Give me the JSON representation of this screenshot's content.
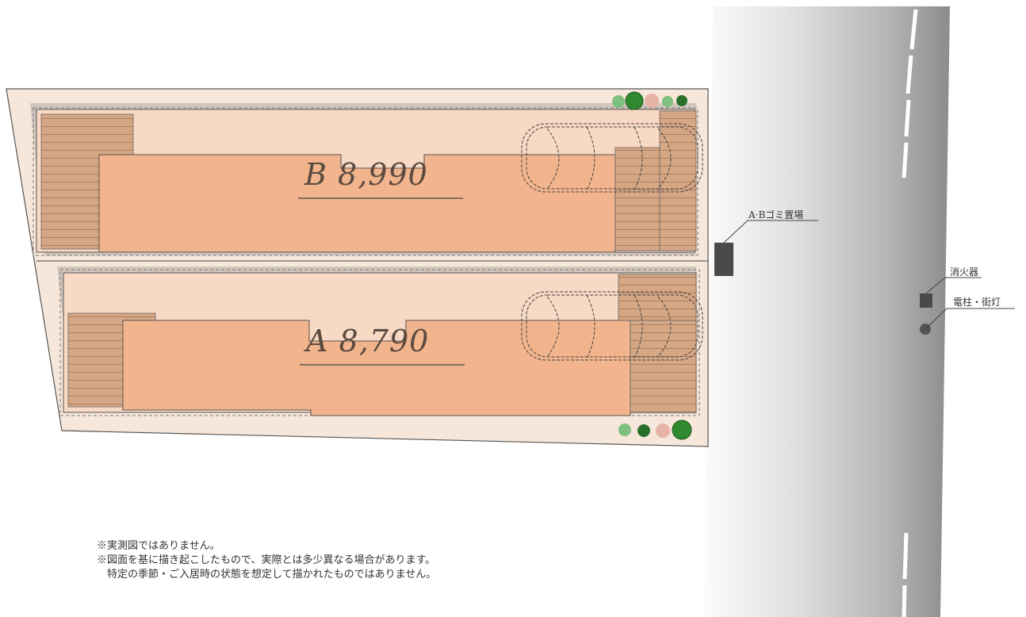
{
  "lots": [
    {
      "id": "B",
      "label": "B",
      "price": "8,990"
    },
    {
      "id": "A",
      "label": "A",
      "price": "8,790"
    }
  ],
  "annotations": {
    "garbage": "A·Bゴミ置場",
    "extinguisher": "消火器",
    "pole": "電柱・街灯"
  },
  "notes": [
    "※実測図ではありません。",
    "※図面を基に描き起こしたもので、実際とは多少異なる場合があります。",
    "　特定の季節・ご入居時の状態を想定して描かれたものではありません。"
  ],
  "colors": {
    "lot_bg": "#f7e8dc",
    "building": "#f2b48c",
    "deck": "#d4a582",
    "road_light": "#f4f4f4",
    "road_dark": "#8c8c8c",
    "marker": "#555555"
  }
}
